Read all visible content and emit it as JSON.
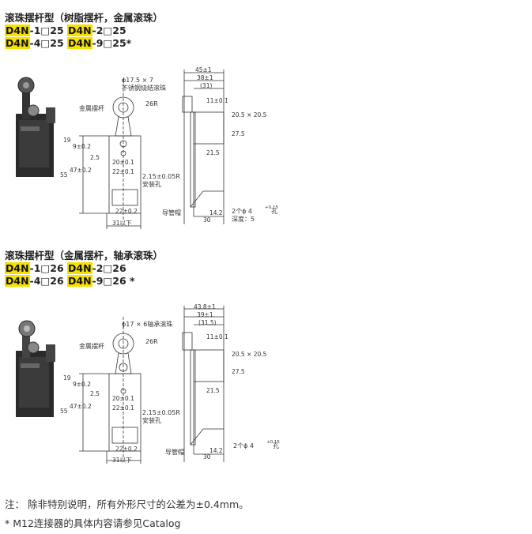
{
  "sections": [
    {
      "title": "滚珠摆杆型（树脂摆杆，金属滚珠）",
      "models": [
        [
          {
            "prefix": "D4N",
            "suffix": "-1□25"
          },
          {
            "prefix": "D4N",
            "suffix": "-2□25"
          }
        ],
        [
          {
            "prefix": "D4N",
            "suffix": "-4□25"
          },
          {
            "prefix": "D4N",
            "suffix": "-9□25*"
          }
        ]
      ],
      "labels": {
        "roller": "ϕ17.5 × 7",
        "roller_material": "不锈钢烧结滚珠",
        "lever": "金属摆杆",
        "radius": "26R",
        "hole": "2.15±0.05R",
        "hole_label": "安装孔",
        "guide": "导管帽",
        "holes2": "2个ϕ 4",
        "depth": "深度：5",
        "d45": "45±1",
        "d38": "38±1",
        "d31p": "(31)",
        "d11": "11±0.1",
        "d20x20": "20.5 × 20.5",
        "d27": "27.5",
        "d21": "21.5",
        "d19": "19",
        "d9": "9±0.2",
        "d25": "2.5",
        "d20": "20±0.1",
        "d47": "47±0.2",
        "d55": "55",
        "d22a": "22±0.1",
        "d22b": "22±0.2",
        "d31": "31以下",
        "d30": "30",
        "d14": "14.2",
        "sup": "+0.15",
        "hole_suffix": "孔"
      }
    },
    {
      "title": "滚珠摆杆型（金属摆杆，轴承滚珠）",
      "models": [
        [
          {
            "prefix": "D4N",
            "suffix": "-1□26"
          },
          {
            "prefix": "D4N",
            "suffix": "-2□26"
          }
        ],
        [
          {
            "prefix": "D4N",
            "suffix": "-4□26"
          },
          {
            "prefix": "D4N",
            "suffix": "-9□26 *"
          }
        ]
      ],
      "labels": {
        "roller": "ϕ17 × 6轴承滚珠",
        "lever": "金属摆杆",
        "radius": "26R",
        "hole": "2.15±0.05R",
        "hole_label": "安装孔",
        "guide": "导管帽",
        "holes2": "2个ϕ 4",
        "hole_suffix": "孔",
        "d43": "43.8±1",
        "d39": "39±1",
        "d31p": "(31.5)",
        "d11": "11±0.1",
        "d20x20": "20.5 × 20.5",
        "d27": "27.5",
        "d21": "21.5",
        "d19": "19",
        "d9": "9±0.2",
        "d25": "2.5",
        "d20": "20±0.1",
        "d47": "47±0.2",
        "d55": "55",
        "d22a": "22±0.1",
        "d22b": "22±0.2",
        "d31": "31以下",
        "d30": "30",
        "d14": "14.2",
        "sup": "+0.15"
      }
    }
  ],
  "notes": {
    "line1": "注：  除非特别说明，所有外形尺寸的公差为±0.4mm。",
    "line2": "* M12连接器的具体内容请参见Catalog"
  }
}
